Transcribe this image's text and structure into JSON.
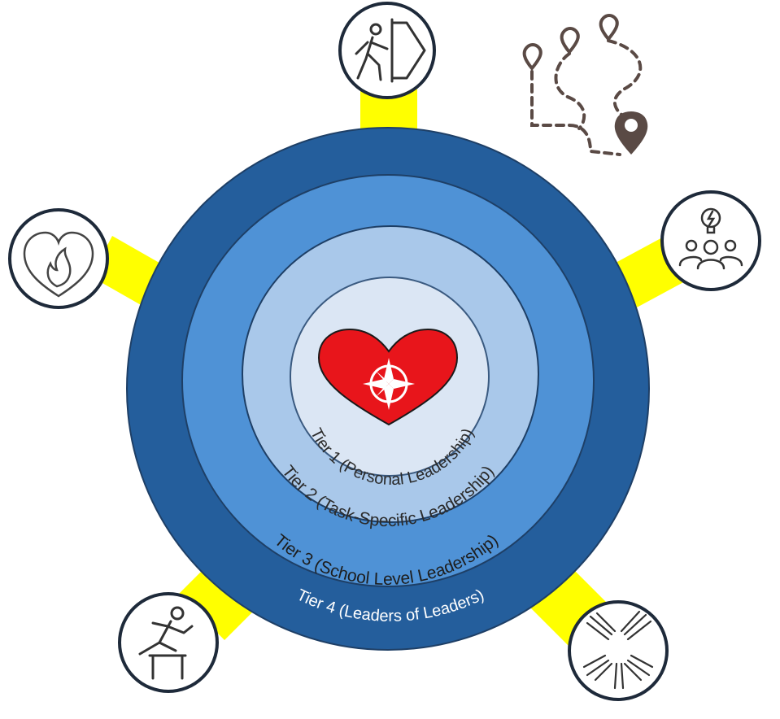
{
  "tiers": [
    {
      "label": "Tier 1 (Personal Leadership)",
      "color": "#dbe6f4",
      "text_color": "#2b2b2b"
    },
    {
      "label": "Tier 2 (Task-Specific Leadership)",
      "color": "#a9c8ea",
      "text_color": "#2b2b2b"
    },
    {
      "label": "Tier 3 (School Level Leadership)",
      "color": "#4f92d6",
      "text_color": "#1d1d1d"
    },
    {
      "label": "Tier 4 (Leaders of Leaders)",
      "color": "#245e9c",
      "text_color": "#ffffff"
    }
  ],
  "center_icon": "heart-compass-icon",
  "spoke_color": "#ffff00",
  "icons": [
    "person-walking-through-door-icon",
    "heart-with-flame-icon",
    "team-with-lightbulb-icon",
    "person-jumping-hurdle-icon",
    "hands-joining-together-icon",
    "map-route-pins-icon"
  ],
  "heart_color": "#e8151b",
  "pin_color": "#5a4a45"
}
